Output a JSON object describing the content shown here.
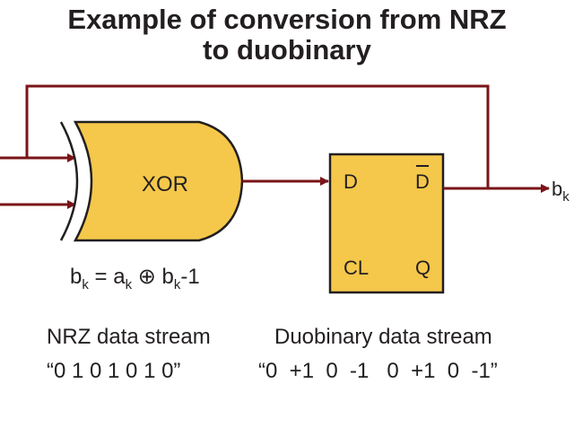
{
  "title": {
    "line1": "Example of conversion from NRZ",
    "line2": "to duobinary"
  },
  "gate": {
    "label": "XOR",
    "fill_color": "#f5c84b",
    "equation": {
      "b": "b",
      "k1": "k",
      "eq_a": " = a",
      "k2": "k",
      "oplus": " ⊕ ",
      "b2": "b",
      "k3": "k",
      "tail": "-1"
    }
  },
  "flipflop": {
    "d_label": "D",
    "dbar_label": "D",
    "cl_label": "CL",
    "q_label": "Q",
    "fill_color": "#f5c84b"
  },
  "output": {
    "label": "b",
    "subscript": "k"
  },
  "wire_color": "#7a1418",
  "captions": {
    "nrz_label": "NRZ data stream",
    "nrz_value": "“0 1 0 1 0 1 0”",
    "duo_label": "Duobinary data stream",
    "duo_value": "“0  +1  0  -1   0  +1  0  -1”"
  }
}
